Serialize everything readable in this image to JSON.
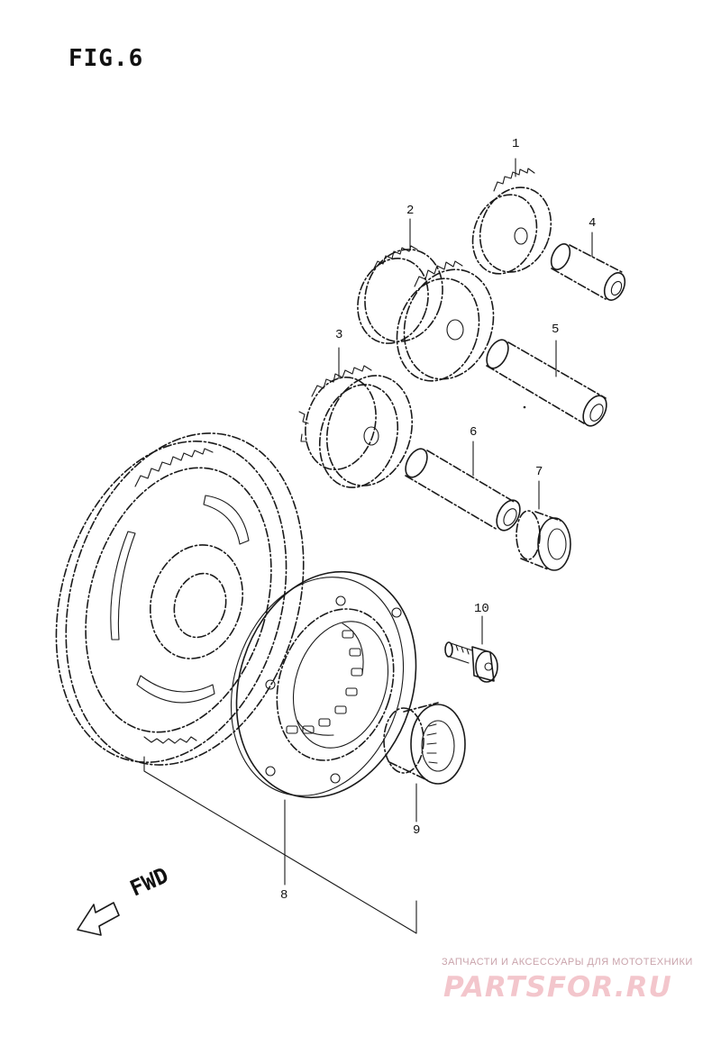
{
  "figure": {
    "title": "FIG.6"
  },
  "callouts": [
    {
      "id": "1",
      "label": "1"
    },
    {
      "id": "2",
      "label": "2"
    },
    {
      "id": "3",
      "label": "3"
    },
    {
      "id": "4",
      "label": "4"
    },
    {
      "id": "5",
      "label": "5"
    },
    {
      "id": "6",
      "label": "6"
    },
    {
      "id": "7",
      "label": "7"
    },
    {
      "id": "8",
      "label": "8"
    },
    {
      "id": "9",
      "label": "9"
    },
    {
      "id": "10",
      "label": "10"
    }
  ],
  "direction": {
    "label": "FWD",
    "icon": "arrow-left-outline-icon"
  },
  "watermark": {
    "tagline": "ЗАПЧАСТИ И АКСЕССУАРЫ ДЛЯ МОТОТЕХНИКИ",
    "logo_text": "PARTSFOR.RU",
    "color": "#f3c6cc"
  }
}
